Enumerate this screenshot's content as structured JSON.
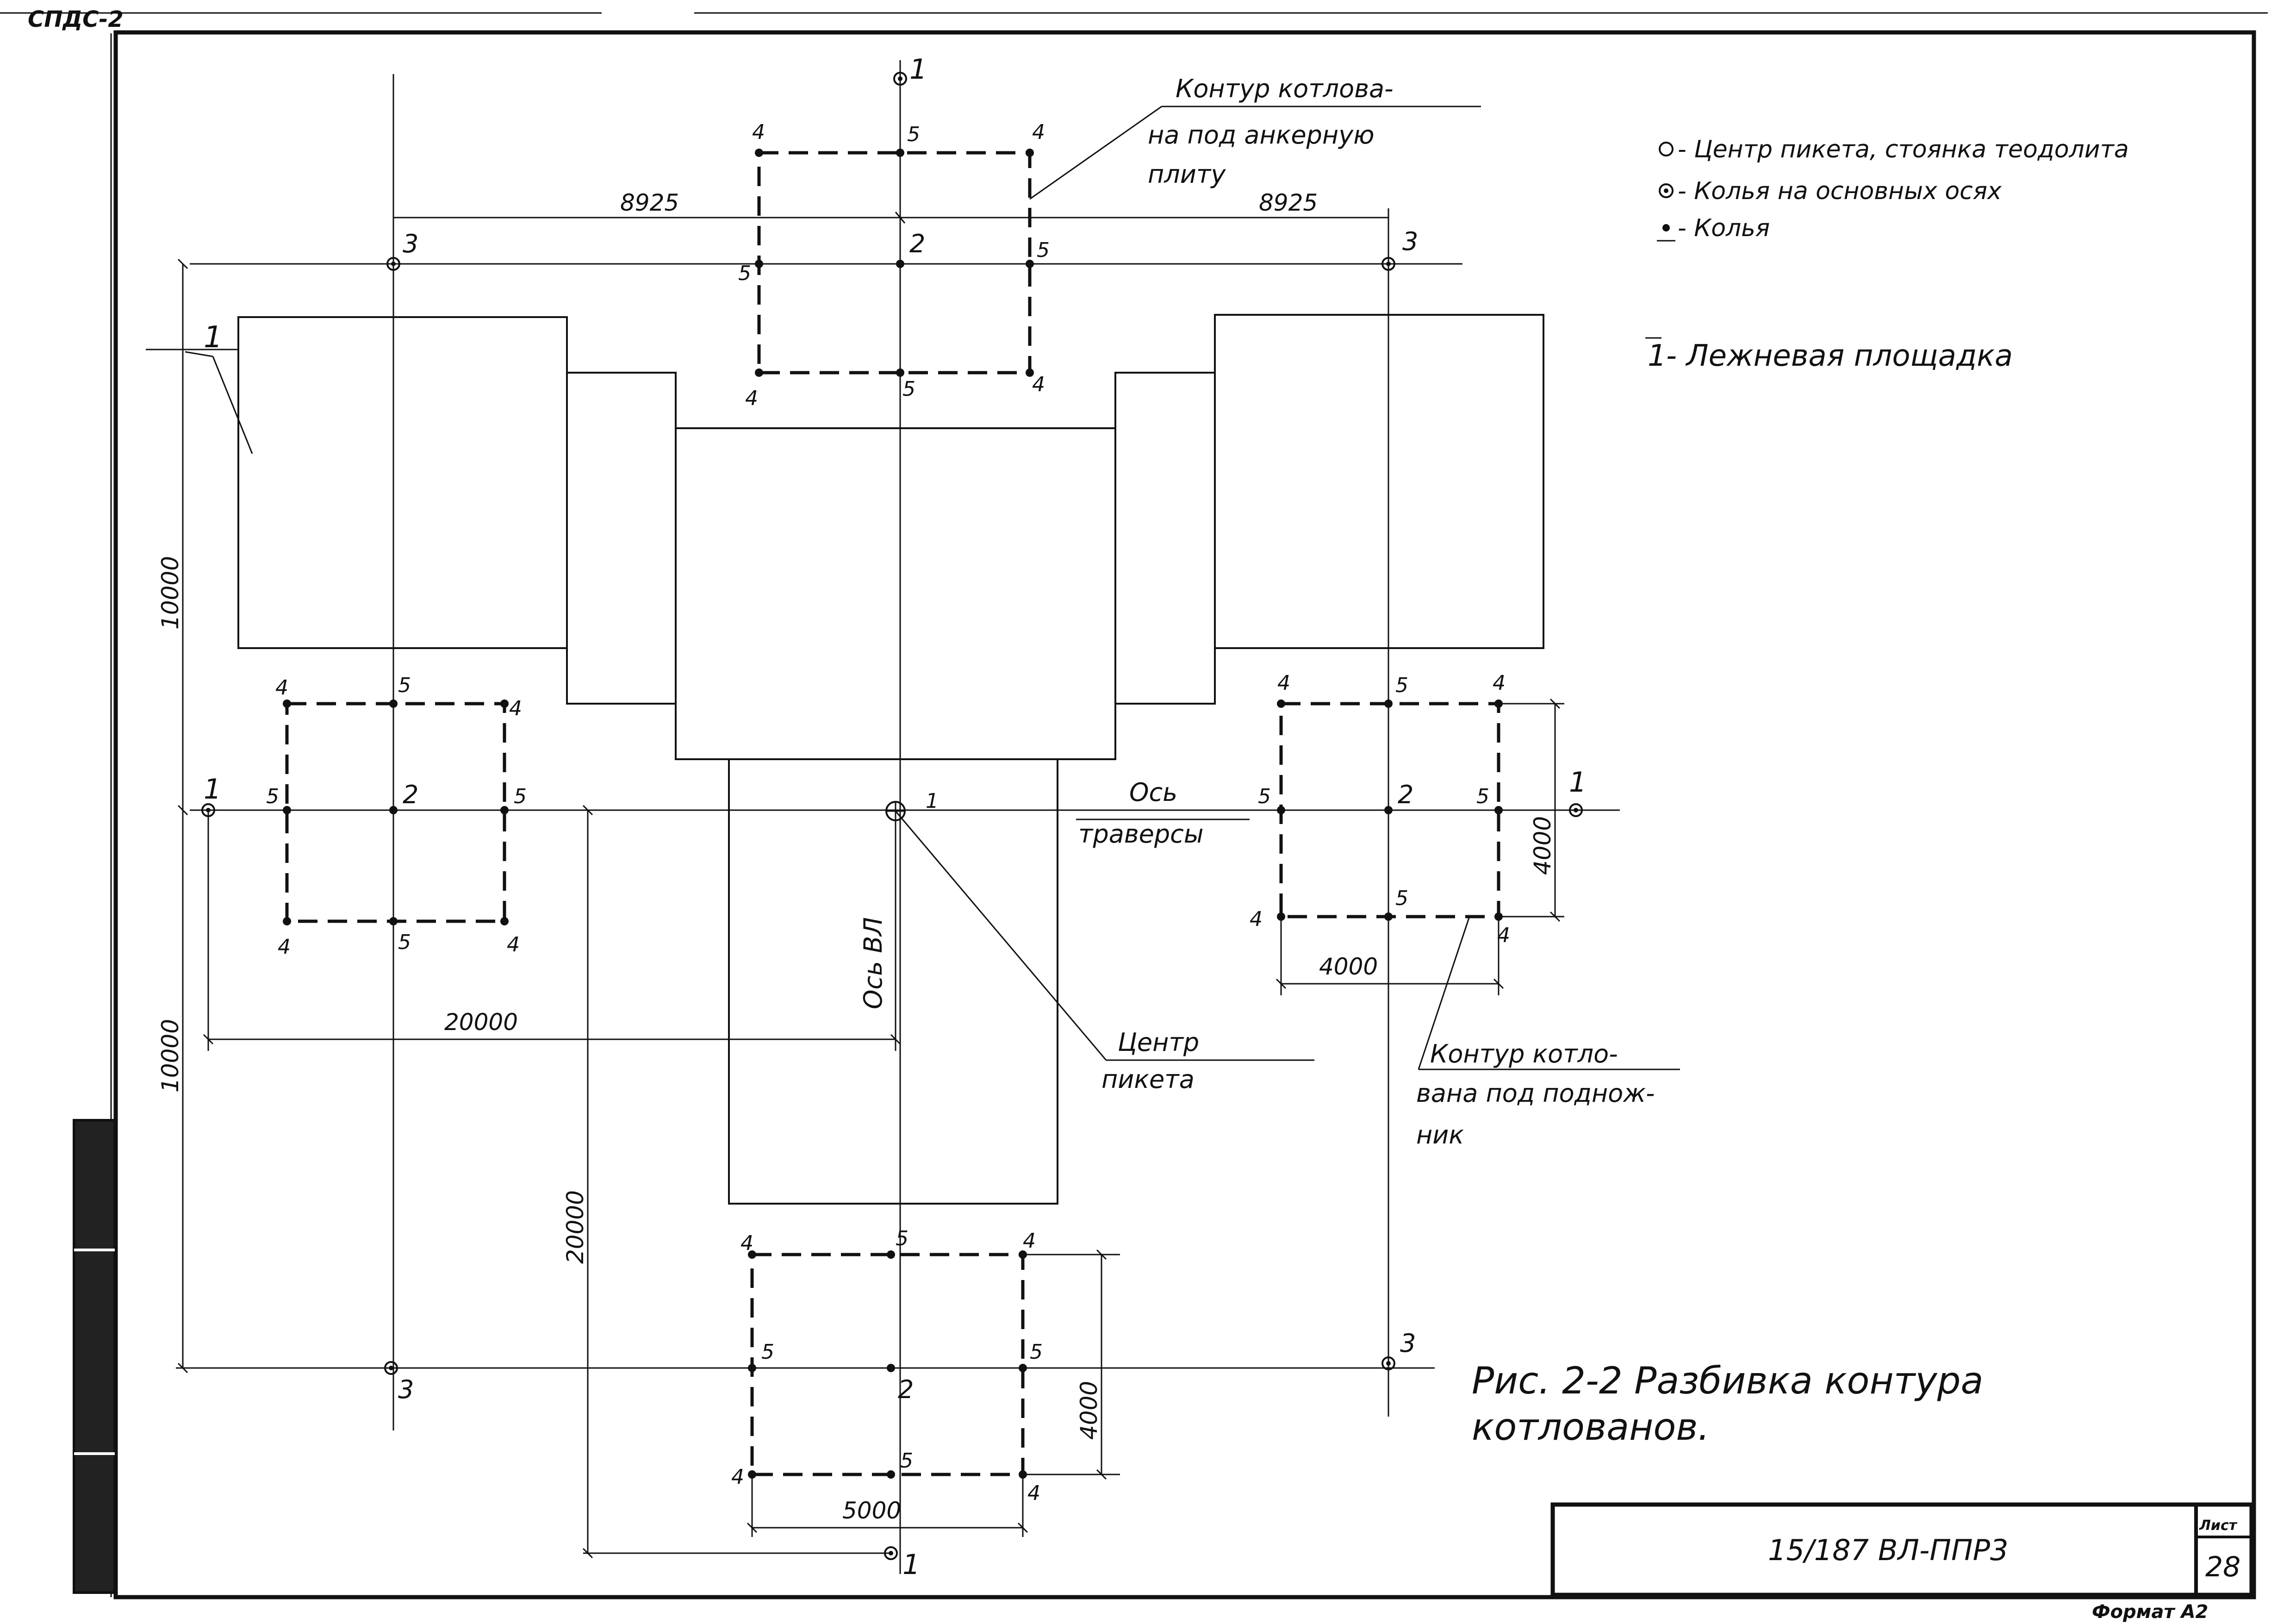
{
  "corner_stamp": "СПДС-2",
  "legend": {
    "item1": "- Центр пикета, стоянка теодолита",
    "item2": "- Колья на основных осях",
    "item3": "- Колья",
    "note_number": "1",
    "note_text": "- Лежневая площадка"
  },
  "callouts": {
    "anchor_pit_line1": "Контур котлова-",
    "anchor_pit_line2": "на под анкерную",
    "anchor_pit_line3": "плиту",
    "footing_pit_line1": "Контур котло-",
    "footing_pit_line2": "вана под поднож-",
    "footing_pit_line3": "ник",
    "picket_line1": "Центр",
    "picket_line2": "пикета",
    "traverse_line1": "Ось",
    "traverse_line2": "траверсы",
    "line_axis": "Ось ВЛ"
  },
  "dimensions": {
    "d8925_left": "8925",
    "d8925_right": "8925",
    "d10000_top": "10000",
    "d10000_bottom": "10000",
    "d20000_horizontal": "20000",
    "d20000_vertical": "20000",
    "d4000_right_vertical": "4000",
    "d4000_right_horizontal": "4000",
    "d4000_bottom_vertical": "4000",
    "d5000_bottom": "5000"
  },
  "point_labels": {
    "axis1": "1",
    "axis2": "2",
    "axis3": "3",
    "corner4": "4",
    "mid5": "5",
    "mat1": "1"
  },
  "caption": {
    "line1": "Рис. 2-2   Разбивка контура",
    "line2": "котлованов."
  },
  "title_block": {
    "doc_code": "15/187 ВЛ-ППР3",
    "sheet_label": "Лист",
    "sheet_number": "28"
  },
  "footer": {
    "format": "Формат А2"
  },
  "colors": {
    "ink": "#111111",
    "paper": "#ffffff"
  }
}
